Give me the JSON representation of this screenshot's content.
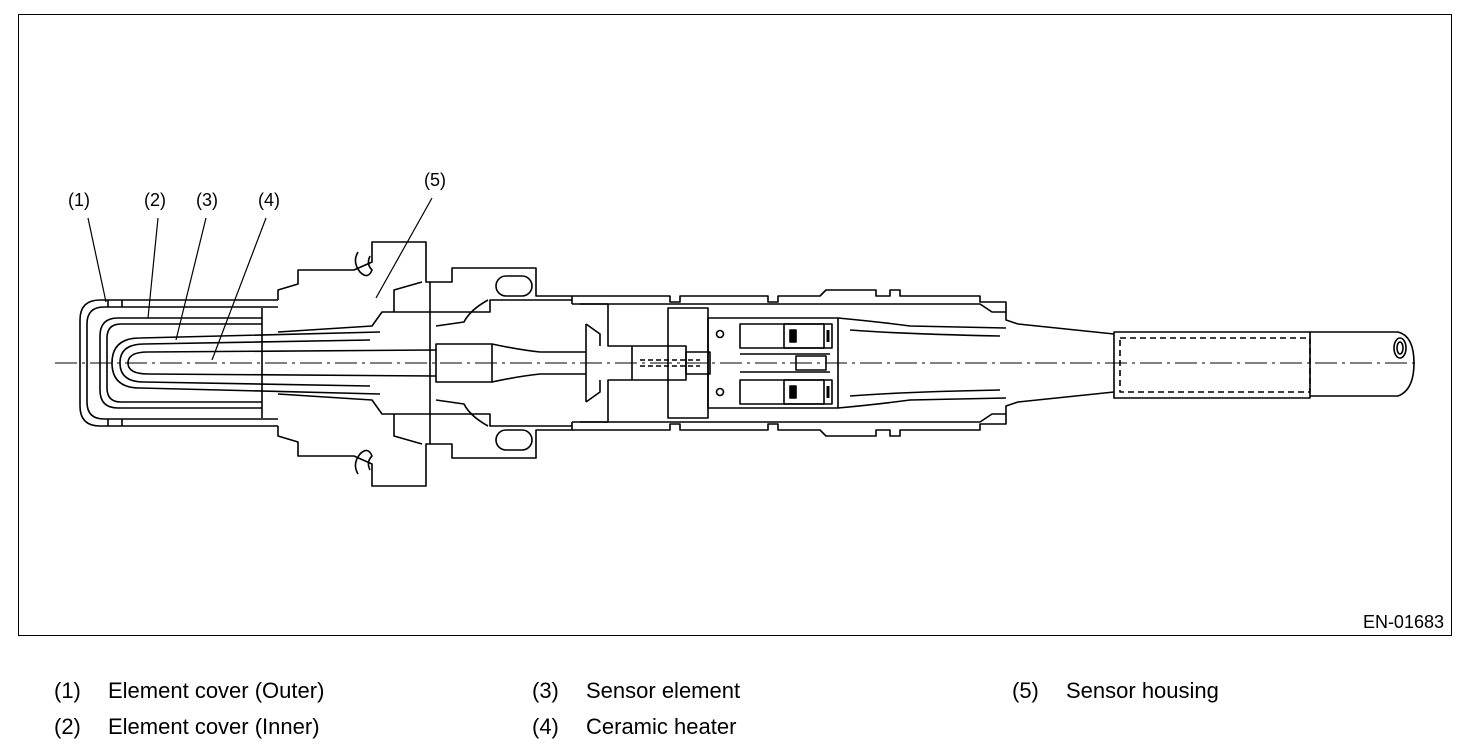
{
  "figure_code": "EN-01683",
  "callouts": [
    "(1)",
    "(2)",
    "(3)",
    "(4)",
    "(5)"
  ],
  "legend": [
    {
      "num": "(1)",
      "label": "Element cover (Outer)"
    },
    {
      "num": "(2)",
      "label": "Element cover (Inner)"
    },
    {
      "num": "(3)",
      "label": "Sensor element"
    },
    {
      "num": "(4)",
      "label": "Ceramic heater"
    },
    {
      "num": "(5)",
      "label": "Sensor housing"
    }
  ]
}
